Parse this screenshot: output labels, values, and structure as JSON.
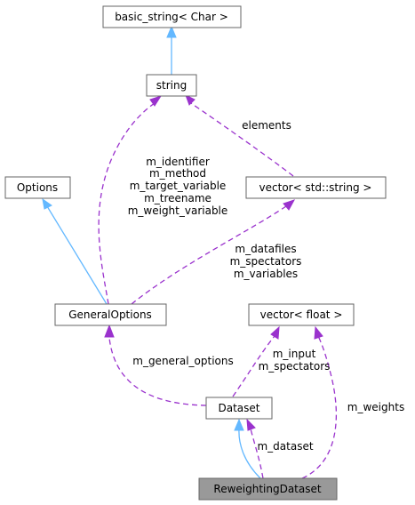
{
  "nodes": {
    "basic_string": "basic_string< Char >",
    "string": "string",
    "options": "Options",
    "vector_string": "vector< std::string >",
    "general_options": "GeneralOptions",
    "vector_float": "vector< float >",
    "dataset": "Dataset",
    "reweighting_dataset": "ReweightingDataset"
  },
  "edge_labels": {
    "elements": "elements",
    "general_string_members": [
      "m_identifier",
      "m_method",
      "m_target_variable",
      "m_treename",
      "m_weight_variable"
    ],
    "general_vector_members": [
      "m_datafiles",
      "m_spectators",
      "m_variables"
    ],
    "general_options": "m_general_options",
    "dataset_vector_members": [
      "m_input",
      "m_spectators"
    ],
    "weights": "m_weights",
    "dataset": "m_dataset"
  },
  "colors": {
    "inheritance": "#63b8ff",
    "usage": "#9a32cd",
    "current_node_fill": "#999999",
    "node_border": "#666666"
  }
}
